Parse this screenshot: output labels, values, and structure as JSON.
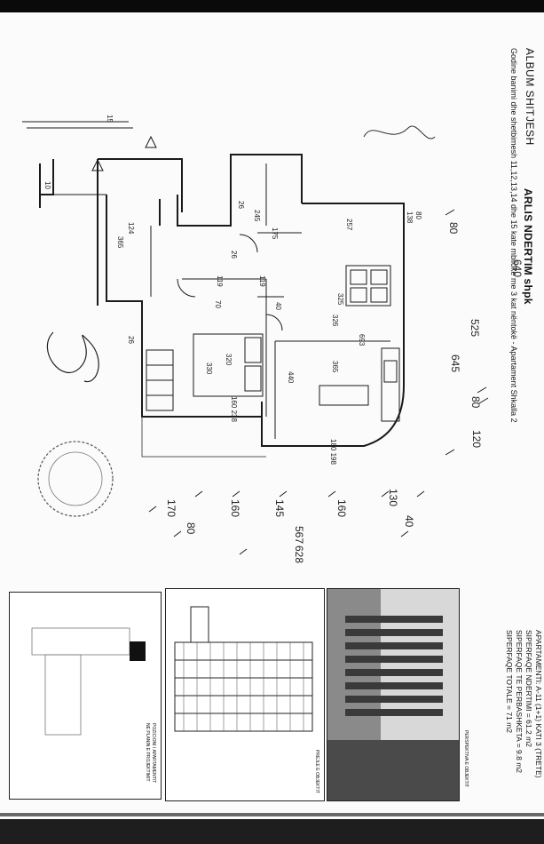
{
  "document": {
    "album_title": "ALBUM SHITJESH",
    "subtitle": "Godine banimi dhe shetbimesh 11,12,13,14 dhe 15 kate mbiloke me 3 kat nëntokë - Apartament Shkalla 2",
    "company": "ARLIS NDERTIM shpk"
  },
  "apartment_info": {
    "line1": "APARTAMENTI: A-11 (1+1) KATI 3 (TRETE)",
    "line2": "SIPERFAQE NDERTIMI = 61.2 m2",
    "line3": "SIPERFAQE TE PERBASHKETA = 9.8 m2",
    "line4": "SIPERFAQE TOTALE = 71 m2"
  },
  "panels": {
    "perspective_label": "PERSPEKTIVA E OBJEKTIT",
    "plan_label": "PREJLE E OBJEKTIT",
    "position_label_1": "POZICIONI I APARTAMENTIT",
    "position_label_2": "NE PLANIN E PROJEKTIMIT"
  },
  "dimensions": {
    "top_640": "640",
    "top_525": "525",
    "top_645": "645",
    "top_80a": "80",
    "top_80b": "80",
    "top_120": "120",
    "small_80": "80",
    "small_138": "138",
    "bottom_130": "130",
    "bottom_160a": "160",
    "bottom_145": "145",
    "bottom_160b": "160",
    "bottom_170": "170",
    "bottom_40": "40",
    "bottom_80": "80",
    "bottom_567": "567",
    "bottom_628": "628",
    "room_257": "257",
    "room_325": "325",
    "room_326": "326",
    "room_693": "693",
    "room_365a": "365",
    "room_440": "440",
    "room_330": "330",
    "room_320": "320",
    "room_160_238": "160\n238",
    "room_180_198": "180\n198",
    "room_245": "245",
    "room_175": "175",
    "room_26a": "26",
    "room_26b": "26",
    "room_26c": "26",
    "room_119a": "119",
    "room_119b": "119",
    "room_70": "70",
    "room_40": "40",
    "room_124": "124",
    "room_365b": "365",
    "room_10": "10",
    "room_15": "15"
  },
  "colors": {
    "ink": "#1a1a1a",
    "paper": "#fbfbfb",
    "bar": "#0a0a0a"
  }
}
